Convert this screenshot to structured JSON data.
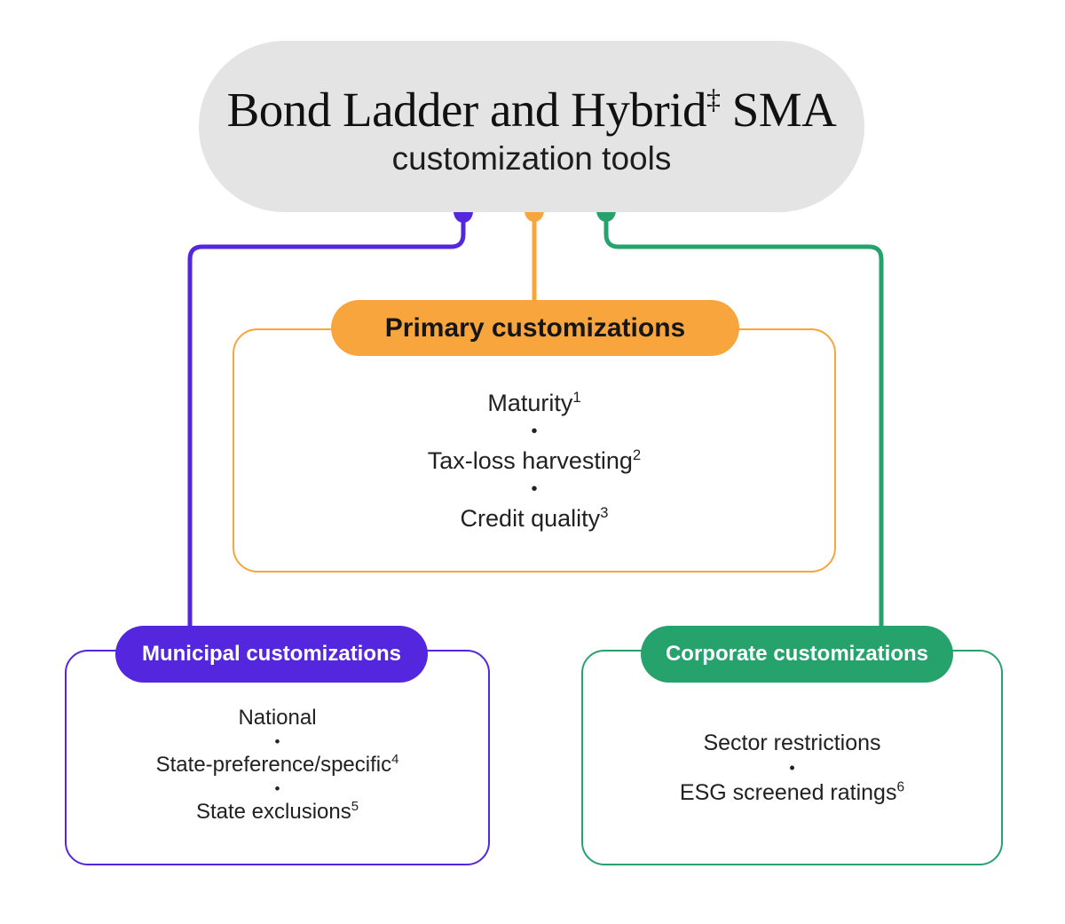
{
  "bullet": "•",
  "header": {
    "title_main": "Bond Ladder and Hybrid",
    "title_sup": "‡",
    "title_end": " SMA",
    "subtitle": "customization tools"
  },
  "primary": {
    "title": "Primary customizations",
    "items": [
      {
        "text": "Maturity",
        "sup": "1"
      },
      {
        "text": "Tax-loss harvesting",
        "sup": "2"
      },
      {
        "text": "Credit quality",
        "sup": "3"
      }
    ]
  },
  "municipal": {
    "title": "Municipal customizations",
    "items": [
      {
        "text": "National",
        "sup": ""
      },
      {
        "text": "State-preference/specific",
        "sup": "4"
      },
      {
        "text": "State exclusions",
        "sup": "5"
      }
    ]
  },
  "corporate": {
    "title": "Corporate customizations",
    "items": [
      {
        "text": "Sector restrictions",
        "sup": ""
      },
      {
        "text": "ESG screened ratings",
        "sup": "6"
      }
    ]
  },
  "colors": {
    "header_bg": "#e4e4e4",
    "primary_accent": "#f9a53d",
    "municipal_accent": "#5427de",
    "corporate_accent": "#26a36c",
    "text_dark": "#1f1f1f",
    "pill_text_light": "#ffffff"
  }
}
